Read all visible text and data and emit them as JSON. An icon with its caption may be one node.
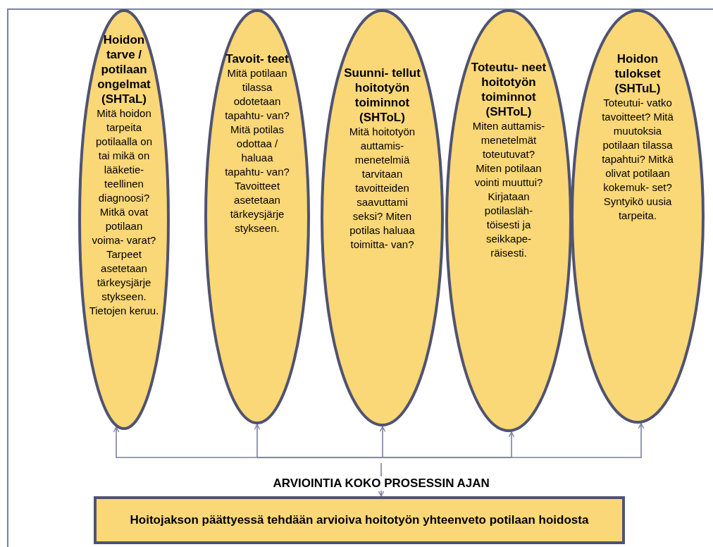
{
  "diagram": {
    "nodes": [
      {
        "text": [
          "Hoidon tarve / potilaan ongelmat (SHTaL)",
          "Mitä hoidon tarpeita potilaalla on tai mikä on lääketie- teellinen diagnoosi? Mitkä ovat potilaan voima- varat? Tarpeet asetetaan tärkeysjärje stykseen. Tietojen keruu."
        ]
      },
      {
        "text": [
          "Tavoit- teet",
          "Mitä potilaan tilassa odotetaan tapahtu- van? Mitä potilas odottaa / haluaa tapahtu- van? Tavoitteet asetetaan tärkeysjärje stykseen."
        ]
      },
      {
        "text": [
          "Suunni- tellut hoitotyön toiminnot (SHToL)",
          "Mitä hoitotyön auttamis- menetelmiä tarvitaan tavoitteiden saavuttami seksi? Miten potilas haluaa toimitta- van?"
        ]
      },
      {
        "text": [
          "Toteutu- neet hoitotyön toiminnot (SHToL)",
          "Miten auttamis- menetelmät toteutuvat? Miten potilaan vointi muuttui? Kirjataan potilasläh- töisesti ja seikkape- räisesti."
        ]
      },
      {
        "text": [
          "Hoidon tulokset (SHTuL)",
          "Toteutui- vatko tavoitteet? Mitä muutoksia potilaan tilassa tapahtui? Mitkä olivat potilaan kokemuk- set? Syntyikö uusia tarpeita."
        ]
      },
      {
        "text": [
          "Hoitojakson päättyessä tehdään arvioiva hoitotyön yhteenveto potilaan hoidosta"
        ]
      }
    ],
    "edges": [
      {
        "from": null,
        "to": 0,
        "arrow": "to"
      },
      {
        "from": null,
        "to": 1,
        "arrow": "to"
      },
      {
        "from": null,
        "to": 2,
        "arrow": "to"
      },
      {
        "from": null,
        "to": 3,
        "arrow": "to"
      },
      {
        "from": null,
        "to": 4,
        "arrow": "to"
      },
      {
        "from": null,
        "to": 5,
        "arrow": "to"
      }
    ],
    "labels": [
      "ARVIOINTIA KOKO PROSESSIN AJAN"
    ]
  }
}
